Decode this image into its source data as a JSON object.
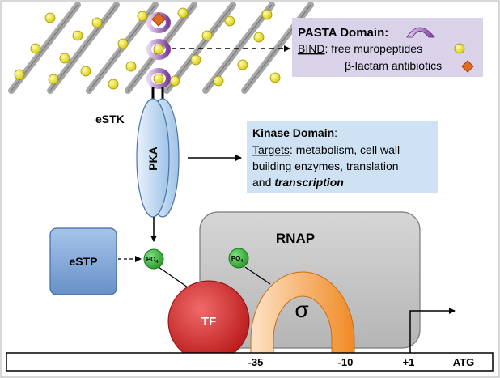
{
  "labels": {
    "estk": "eSTK",
    "pka": "PKA",
    "estp": "eSTP",
    "po4": "PO",
    "po4_sub": "4",
    "rnap": "RNAP",
    "tf": "TF",
    "sigma": "σ"
  },
  "pasta_box": {
    "title": "PASTA Domain:",
    "bind_label": "BIND",
    "line1_rest": ": free muropeptides",
    "line2": "β-lactam antibiotics"
  },
  "kinase_box": {
    "title": "Kinase Domain",
    "title_colon": ":",
    "targets_label": "Targets",
    "line1_rest": ": metabolism, cell wall",
    "line2": "building enzymes, translation",
    "line3_pre": "and ",
    "line3_emph": "transcription"
  },
  "dna": {
    "minus35": "-35",
    "minus10": "-10",
    "plus1": "+1",
    "atg": "ATG"
  },
  "colors": {
    "pasta_box_bg": "#d9d2e9",
    "kinase_box_bg": "#cfe2f3",
    "pka_fill": "#bcd7f0",
    "estp_fill": "#7fa7d6",
    "rnap_fill": "#c9c9c9",
    "po4_fill": "#3cb043",
    "tf_fill": "#d42a2a",
    "sigma_fill": "#f5a04a",
    "muropeptide": "#f2e600",
    "antibiotic": "#e36a1e",
    "pasta_domain": "#8e5aa8"
  }
}
